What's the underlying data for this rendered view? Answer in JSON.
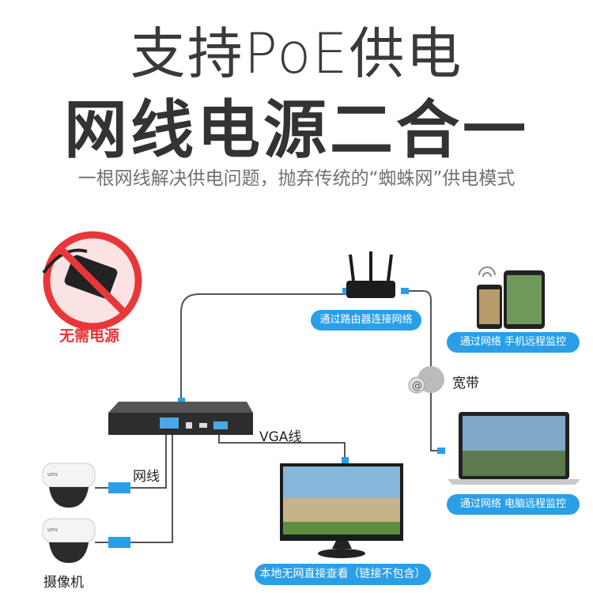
{
  "headline": "支持PoE供电",
  "headline2": "网线电源二合一",
  "subtitle": "一根网线解决供电问题，抛弃传统的“蜘蛛网”供电模式",
  "no_power": "无需电源",
  "router_pill": "通过路由器连接网络",
  "phone_pill": "通过网络 手机远程监控",
  "broadband": "宽带",
  "laptop_pill": "通过网络 电脑远程监控",
  "vga_label": "VGA线",
  "cable_label": "网线",
  "monitor_pill": "本地无网直接查看（链接不包含）",
  "camera_label": "摄像机",
  "camera_brand": "unv",
  "colors": {
    "accent": "#2a9fe8",
    "no_sign": "#e8373a",
    "line": "#555555"
  }
}
